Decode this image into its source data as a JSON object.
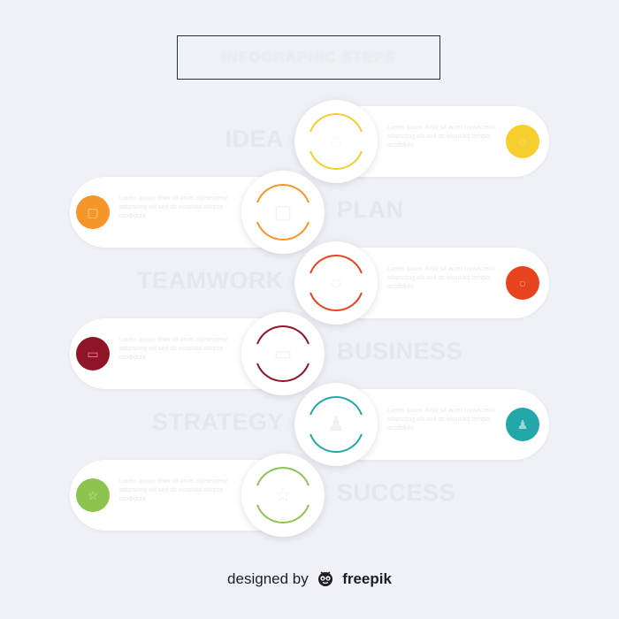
{
  "title": "INFOGRAPHIC STEPS",
  "steps": [
    {
      "label": "IDEA",
      "side": "right",
      "color": "#f6cf2f",
      "icon": "lightbulb-icon",
      "description": "Lorem ipsum dolor sit amet consectetur adipiscing elit sed do eiusmod tempor incididunt"
    },
    {
      "label": "PLAN",
      "side": "left",
      "color": "#f6952a",
      "icon": "clipboard-icon",
      "description": "Lorem ipsum dolor sit amet consectetur adipiscing elit sed do eiusmod tempor incididunt"
    },
    {
      "label": "TEAMWORK",
      "side": "right",
      "color": "#e8431f",
      "icon": "people-icon",
      "description": "Lorem ipsum dolor sit amet consectetur adipiscing elit sed do eiusmod tempor incididunt"
    },
    {
      "label": "BUSINESS",
      "side": "left",
      "color": "#8e1428",
      "icon": "briefcase-icon",
      "description": "Lorem ipsum dolor sit amet consectetur adipiscing elit sed do eiusmod tempor incididunt"
    },
    {
      "label": "STRATEGY",
      "side": "right",
      "color": "#23a7a8",
      "icon": "chess-icon",
      "description": "Lorem ipsum dolor sit amet consectetur adipiscing elit sed do eiusmod tempor incididunt"
    },
    {
      "label": "SUCCESS",
      "side": "left",
      "color": "#8cc44f",
      "icon": "trophy-icon",
      "description": "Lorem ipsum dolor sit amet consectetur adipiscing elit sed do eiusmod tempor incididunt"
    }
  ],
  "credit": {
    "prefix": "designed by",
    "brand": "freepik"
  }
}
